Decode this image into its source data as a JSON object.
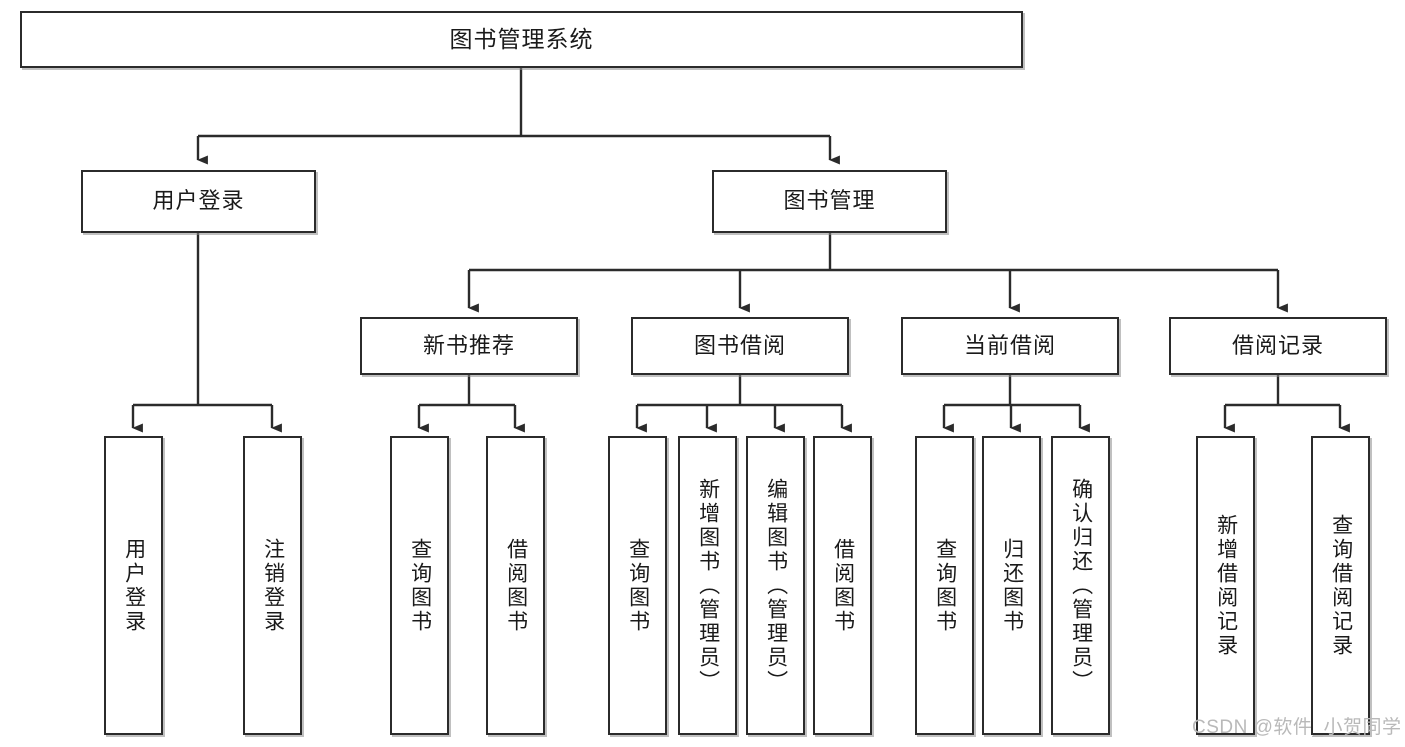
{
  "diagram": {
    "title": "图书管理系统",
    "type": "hierarchy-tree",
    "orientation": "top-down",
    "box_stroke": "#2b2b2b",
    "box_fill": "#ffffff",
    "text_color": "#1a1a1a",
    "watermark": "CSDN @软件_小贺同学"
  },
  "nodes": {
    "root": {
      "label": "图书管理系统"
    },
    "level2": [
      {
        "label": "用户登录"
      },
      {
        "label": "图书管理"
      }
    ],
    "level3": [
      {
        "label": "新书推荐"
      },
      {
        "label": "图书借阅"
      },
      {
        "label": "当前借阅"
      },
      {
        "label": "借阅记录"
      }
    ],
    "leaves_user_login": [
      {
        "label": "用户登录"
      },
      {
        "label": "注销登录"
      }
    ],
    "leaves_new_book": [
      {
        "label": "查询图书"
      },
      {
        "label": "借阅图书"
      }
    ],
    "leaves_borrow": [
      {
        "label": "查询图书"
      },
      {
        "label": "新增图书（管理员）"
      },
      {
        "label": "编辑图书（管理员）"
      },
      {
        "label": "借阅图书"
      }
    ],
    "leaves_current": [
      {
        "label": "查询图书"
      },
      {
        "label": "归还图书"
      },
      {
        "label": "确认归还（管理员）"
      }
    ],
    "leaves_records": [
      {
        "label": "新增借阅记录"
      },
      {
        "label": "查询借阅记录"
      }
    ]
  }
}
